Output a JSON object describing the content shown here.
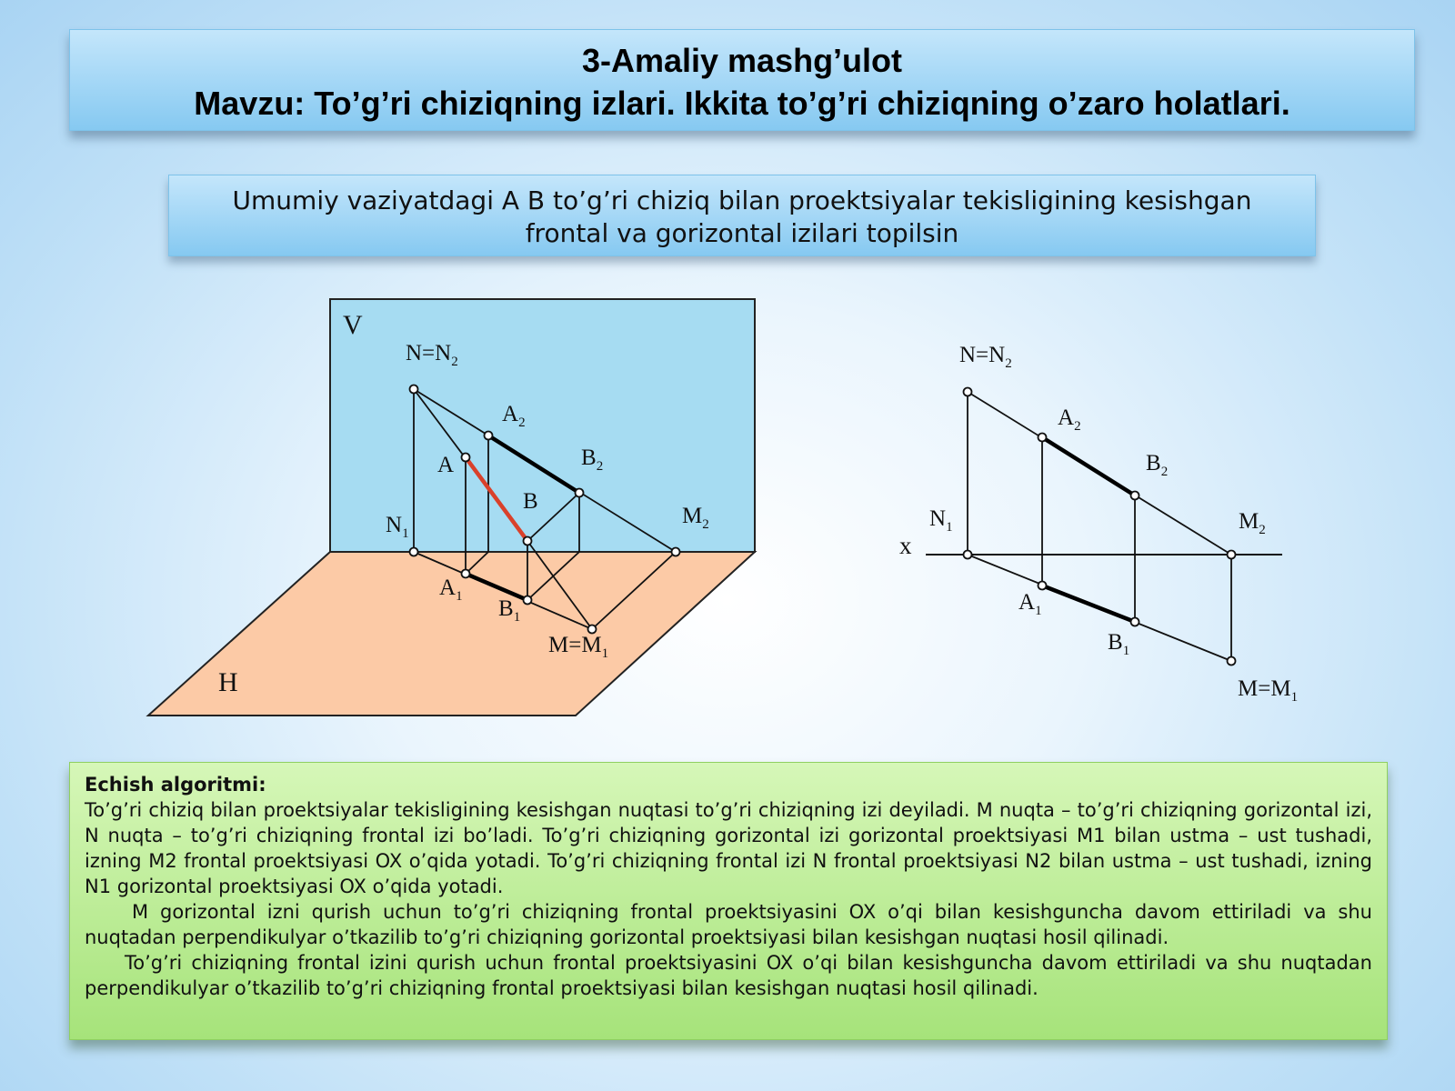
{
  "title": {
    "line1": "3-Amaliy mashg’ulot",
    "line2": "Mavzu: To’g’ri chiziqning izlari. Ikkita to’g’ri chiziqning o’zaro holatlari."
  },
  "task": {
    "line1": "Umumiy vaziyatdagi A B to’g’ri chiziq bilan proektsiyalar tekisligining kesishgan",
    "line2": "frontal va gorizontal  izilari topilsin"
  },
  "figure_left": {
    "plane_v": "V",
    "plane_h": "H",
    "n_eq_n2": "N=N",
    "a2": "A",
    "b2": "B",
    "a": "A",
    "b": "B",
    "n1": "N",
    "m2": "M",
    "a1": "A",
    "b1": "B",
    "m_eq_m1": "M=M",
    "sub_1": "1",
    "sub_2": "2",
    "colors": {
      "v_plane": "#a6dcf2",
      "h_plane": "#fccaa6",
      "line_ab": "#d9412b"
    }
  },
  "figure_right": {
    "n_eq_n2": "N=N",
    "a2": "A",
    "b2": "B",
    "n1": "N",
    "m2": "M",
    "axis_x": "x",
    "a1": "A",
    "b1": "B",
    "m_eq_m1": "M=M",
    "sub_1": "1",
    "sub_2": "2"
  },
  "algorithm": {
    "heading": "Echish algoritmi:",
    "p1": "To’g’ri chiziq bilan proektsiyalar tekisligining kesishgan nuqtasi to’g’ri chiziqning izi deyiladi. M nuqta – to’g’ri chiziqning gorizontal izi, N nuqta – to’g’ri chiziqning frontal izi bo’ladi. To’g’ri chiziqning gorizontal izi gorizontal proektsiyasi M1 bilan ustma – ust tushadi, izning M2 frontal proektsiyasi OX o’qida yotadi. To’g’ri chiziqning frontal izi N frontal proektsiyasi N2 bilan ustma – ust tushadi, izning N1 gorizontal proektsiyasi OX o’qida yotadi.",
    "p2": "M gorizontal izni qurish uchun to’g’ri chiziqning frontal proektsiyasini OX o’qi bilan kesishguncha davom ettiriladi va shu nuqtadan perpendikulyar o’tkazilib to’g’ri chiziqning gorizontal proektsiyasi bilan kesishgan nuqtasi hosil qilinadi.",
    "p3": "To’g’ri chiziqning frontal izini qurish uchun frontal proektsiyasini OX o’qi bilan kesishguncha davom ettiriladi va shu nuqtadan perpendikulyar o’tkazilib to’g’ri chiziqning frontal proektsiyasi bilan kesishgan nuqtasi hosil qilinadi."
  }
}
